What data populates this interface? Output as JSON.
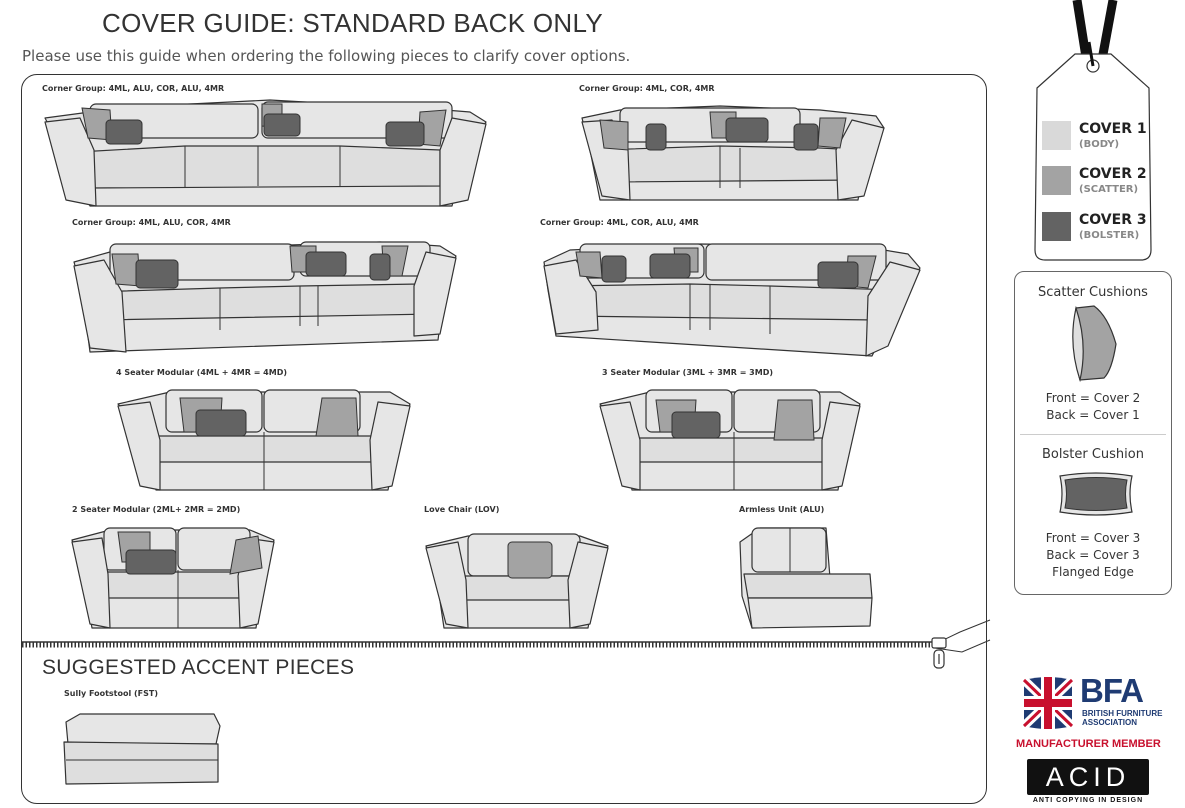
{
  "header": {
    "title": "COVER GUIDE: STANDARD BACK ONLY",
    "subtitle": "Please use this guide when ordering the following pieces to clarify cover options."
  },
  "pieces": [
    {
      "label": "Corner Group: 4ML, ALU, COR, ALU, 4MR"
    },
    {
      "label": "Corner Group: 4ML, COR, 4MR"
    },
    {
      "label": "Corner Group: 4ML, ALU, COR, 4MR"
    },
    {
      "label": "Corner Group: 4ML, COR, ALU, 4MR"
    },
    {
      "label": "4 Seater Modular (4ML + 4MR = 4MD)"
    },
    {
      "label": "3 Seater Modular (3ML + 3MR = 3MD)"
    },
    {
      "label": "2 Seater Modular (2ML+ 2MR = 2MD)"
    },
    {
      "label": "Love Chair (LOV)"
    },
    {
      "label": "Armless Unit (ALU)"
    }
  ],
  "accent": {
    "title": "SUGGESTED ACCENT PIECES",
    "items": [
      {
        "label": "Sully Footstool (FST)"
      }
    ]
  },
  "covers": [
    {
      "name": "COVER 1",
      "sub": "(BODY)",
      "color": "#d9d9d9"
    },
    {
      "name": "COVER 2",
      "sub": "(SCATTER)",
      "color": "#a3a3a3"
    },
    {
      "name": "COVER 3",
      "sub": "(BOLSTER)",
      "color": "#636363"
    }
  ],
  "cushions": {
    "scatter": {
      "title": "Scatter Cushions",
      "front": "Front = Cover 2",
      "back": "Back = Cover 1"
    },
    "bolster": {
      "title": "Bolster Cushion",
      "front": "Front = Cover 3",
      "back": "Back = Cover 3",
      "edge": "Flanged Edge"
    }
  },
  "logos": {
    "bfa": {
      "name": "BFA",
      "line1": "BRITISH FURNITURE",
      "line2": "ASSOCIATION",
      "member": "MANUFACTURER MEMBER"
    },
    "acid": {
      "name": "ACID",
      "tagline": "ANTI COPYING IN DESIGN"
    }
  },
  "colors": {
    "body": "#e6e6e6",
    "scatter": "#a3a3a3",
    "bolster": "#636363",
    "line": "#333333",
    "bfa_blue": "#1f3b73",
    "bfa_red": "#c8102e"
  }
}
